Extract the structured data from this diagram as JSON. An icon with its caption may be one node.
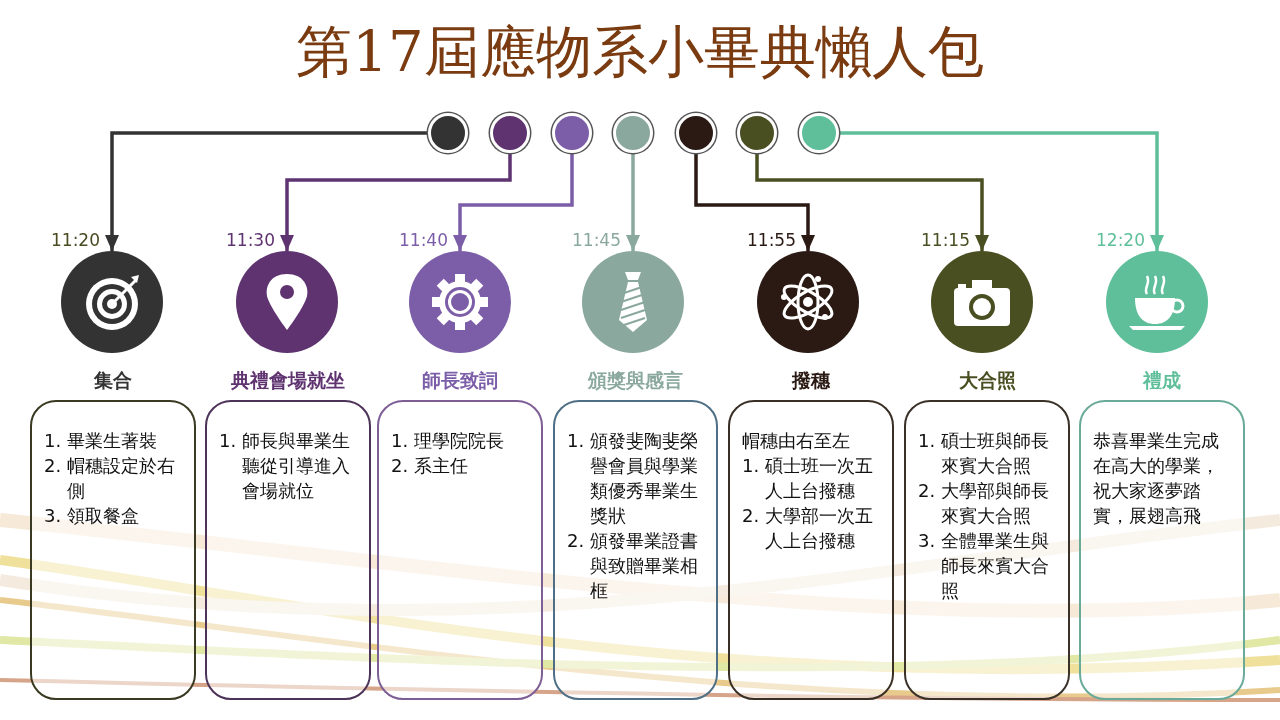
{
  "diagram": {
    "title": "第17屆應物系小畢典懶人包",
    "nodes": [
      {
        "text": [],
        "shape": "circle"
      },
      {
        "text": [],
        "shape": "circle"
      },
      {
        "text": [],
        "shape": "circle"
      },
      {
        "text": [],
        "shape": "circle"
      },
      {
        "text": [],
        "shape": "circle"
      },
      {
        "text": [],
        "shape": "circle"
      },
      {
        "text": [],
        "shape": "circle"
      },
      {
        "text": [],
        "shape": "circle",
        "beside": [
          "11:20"
        ]
      },
      {
        "text": [],
        "shape": "circle",
        "beside": [
          "11:30"
        ]
      },
      {
        "text": [],
        "shape": "circle",
        "beside": [
          "11:40"
        ]
      },
      {
        "text": [],
        "shape": "circle",
        "beside": [
          "11:45"
        ]
      },
      {
        "text": [],
        "shape": "circle",
        "beside": [
          "11:55"
        ]
      },
      {
        "text": [],
        "shape": "circle",
        "beside": [
          "11:15"
        ]
      },
      {
        "text": [],
        "shape": "circle",
        "beside": [
          "12:20"
        ]
      },
      {
        "text": [
          "集合",
          "1. 畢業生著裝",
          "2. 帽穗設定於右側",
          "3. 領取餐盒"
        ]
      },
      {
        "text": [
          "典禮會場就坐",
          "1. 師長與畢業生聽從引導進入會場就位"
        ]
      },
      {
        "text": [
          "師長致詞",
          "1. 理學院院長",
          "2. 系主任"
        ]
      },
      {
        "text": [
          "頒獎與感言",
          "1. 頒發斐陶斐榮譽會員與學業類優秀畢業生獎狀",
          "2. 頒發畢業證書與致贈畢業相框"
        ]
      },
      {
        "text": [
          "撥穗",
          "帽穗由右至左",
          "1. 碩士班一次五人上台撥穗",
          "2. 大學部一次五人上台撥穗"
        ]
      },
      {
        "text": [
          "大合照",
          "1. 碩士班與師長來賓大合照",
          "2. 大學部與師長來賓大合照",
          "3. 全體畢業生與師長來賓大合照"
        ]
      },
      {
        "text": [
          "禮成",
          "恭喜畢業生完成在高大的學業，祝大家逐夢踏實，展翅高飛"
        ]
      }
    ],
    "edges": [
      {
        "from": 0,
        "to": 7,
        "arrow": "to",
        "color": "#333333"
      },
      {
        "from": 1,
        "to": 8,
        "arrow": "to",
        "color": "#5e3370"
      },
      {
        "from": 2,
        "to": 9,
        "arrow": "to",
        "color": "#7b5ea7"
      },
      {
        "from": 3,
        "to": 10,
        "arrow": "to",
        "color": "#8aa89e"
      },
      {
        "from": 4,
        "to": 11,
        "arrow": "to",
        "color": "#2b1a14"
      },
      {
        "from": 5,
        "to": 12,
        "arrow": "to",
        "color": "#4a4f22"
      },
      {
        "from": 6,
        "to": 13,
        "arrow": "to",
        "color": "#5fbf9a"
      }
    ]
  }
}
